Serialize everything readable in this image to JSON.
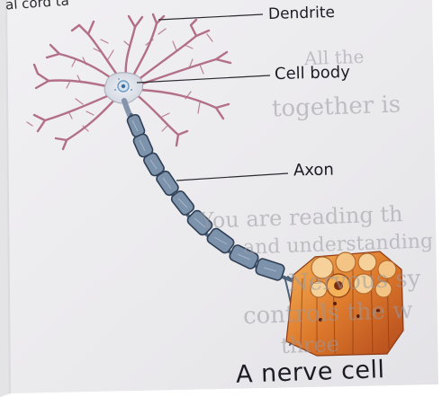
{
  "header_fragment": "al cord ta",
  "labels": {
    "dendrite": "Dendrite",
    "cell_body": "Cell body",
    "axon": "Axon"
  },
  "caption": "A nerve cell",
  "bleed_through_text": [
    "All the",
    "together is",
    "You are reading th",
    "and understanding",
    "Nervous sy",
    "controls the w",
    "three"
  ],
  "colors": {
    "paper": "#ecebee",
    "dendrite_stroke": "#b26f86",
    "cell_body_fill": "#dfe2ea",
    "nucleus": "#6f9bc2",
    "myelin_fill": "#7d93ab",
    "myelin_edge": "#2f3f55",
    "axon_core": "#52687e",
    "muscle_red": "#c35a22",
    "muscle_orange": "#e99a38",
    "muscle_tan": "#f0c08a",
    "text": "#1c1c24"
  }
}
